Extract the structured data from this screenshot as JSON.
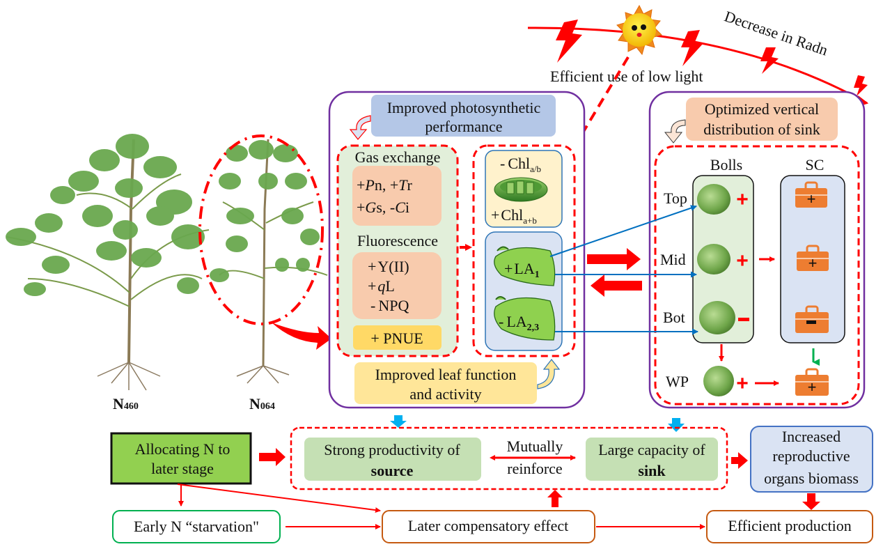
{
  "light": {
    "efficient_low_light": "Efficient use of low light",
    "decrease_radn": "Decrease in Radn"
  },
  "plants": {
    "left_label_main": "N",
    "left_label_sub": "460",
    "right_label_main": "N",
    "right_label_sub": "064"
  },
  "source_panel": {
    "header_line1": "Improved photosynthetic",
    "header_line2": "performance",
    "gas_exchange": {
      "title": "Gas exchange",
      "row1": [
        {
          "sign": "+",
          "var": "P",
          "suffix": "n,"
        },
        {
          "sign": "+",
          "var": "T",
          "suffix": "r"
        }
      ],
      "row2": [
        {
          "sign": "+",
          "var": "G",
          "suffix": "s,"
        },
        {
          "sign": "-",
          "var": "C",
          "suffix": "i"
        }
      ]
    },
    "fluorescence": {
      "title": "Fluorescence",
      "items": [
        "+ Y(II)",
        "+ qL",
        "- NPQ"
      ],
      "y_sign": "+",
      "y_text": "Y(II)",
      "ql_sign": "+",
      "ql_var": "q",
      "ql_text": "L",
      "npq_sign": "-",
      "npq_text": "NPQ"
    },
    "pnue": "+ PNUE",
    "chl": {
      "minus_sign": "-",
      "minus_text": "Chl",
      "minus_sub": "a/b",
      "plus_sign": "+",
      "plus_text": "Chl",
      "plus_sub": "a+b"
    },
    "leaves": {
      "la1_sign": "+",
      "la1_text": "LA",
      "la1_sub": "1",
      "la23_sign": "-",
      "la23_text": "LA",
      "la23_sub": "2,3"
    },
    "footer_line1": "Improved leaf function",
    "footer_line2": "and activity"
  },
  "sink_panel": {
    "header_line1": "Optimized vertical",
    "header_line2": "distribution of sink",
    "bolls_title": "Bolls",
    "sc_title": "SC",
    "positions": [
      {
        "label": "Top",
        "boll_sign": "+",
        "sc_sign": "+"
      },
      {
        "label": "Mid",
        "boll_sign": "+",
        "sc_sign": "+"
      },
      {
        "label": "Bot",
        "boll_sign": "-",
        "sc_sign": "-"
      }
    ],
    "wp": {
      "label": "WP",
      "boll_sign": "+",
      "sc_sign": "+"
    }
  },
  "flow": {
    "allocating_line1": "Allocating N to",
    "allocating_line2": "later stage",
    "source_line1": "Strong productivity of",
    "source_line2": "source",
    "mutual_line1": "Mutually",
    "mutual_line2": "reinforce",
    "sink_line1": "Large capacity of",
    "sink_line2": "sink",
    "biomass_line1": "Increased",
    "biomass_line2": "reproductive",
    "biomass_line3": "organs biomass",
    "early": "Early N “starvation\"",
    "later": "Later compensatory effect",
    "efficient": "Efficient production"
  },
  "colors": {
    "red": "#ff0000",
    "purple": "#7030a0",
    "leaf_green": "#8fd14f",
    "source_green": "#c5e0b4",
    "box_green": "#e2efda",
    "salmon": "#f8cbad",
    "yellow": "#ffe699",
    "gold": "#ffd966",
    "light_blue": "#dae3f3",
    "blue_header": "#b4c7e7",
    "orange": "#ed7d31",
    "brown": "#c55a11",
    "cyan": "#00b0f0",
    "line_blue": "#0070c0"
  }
}
